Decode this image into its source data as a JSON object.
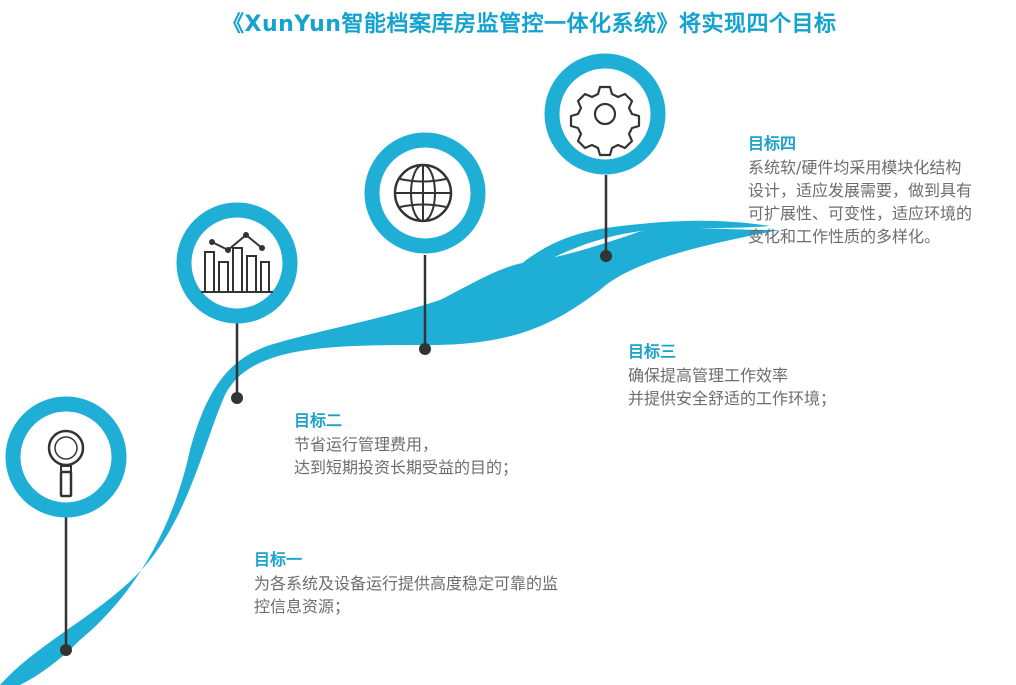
{
  "title": "《XunYun智能档案库房监管控一体化系统》将实现四个目标",
  "colors": {
    "accent": "#14a3cf",
    "road": "#1faed6",
    "text": "#6d6d6d"
  },
  "goals": [
    {
      "icon": "magnifier-icon",
      "title": "目标一",
      "lines": [
        "为各系统及设备运行提供高度稳定可靠的监",
        "控信息资源；"
      ]
    },
    {
      "icon": "chart-icon",
      "title": "目标二",
      "lines": [
        "节省运行管理费用，",
        "达到短期投资长期受益的目的；"
      ]
    },
    {
      "icon": "globe-icon",
      "title": "目标三",
      "lines": [
        "确保提高管理工作效率",
        "并提供安全舒适的工作环境；"
      ]
    },
    {
      "icon": "gear-icon",
      "title": "目标四",
      "lines": [
        "系统软/硬件均采用模块化结构",
        "设计，适应发展需要，做到具有",
        "可扩展性、可变性，适应环境的",
        "变化和工作性质的多样化。"
      ]
    }
  ]
}
